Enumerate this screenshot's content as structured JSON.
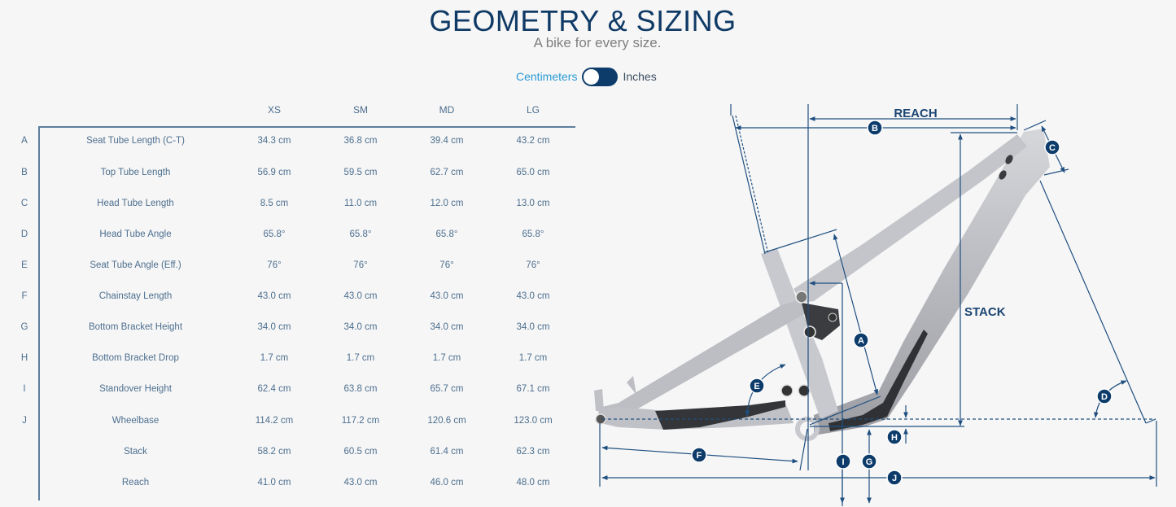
{
  "header": {
    "title": "GEOMETRY & SIZING",
    "subtitle": "A bike for every size."
  },
  "unit_toggle": {
    "left_label": "Centimeters",
    "right_label": "Inches",
    "selected": "Centimeters",
    "track_color": "#0d3c6b",
    "active_label_color": "#2a9bd5"
  },
  "table": {
    "columns": [
      "XS",
      "SM",
      "MD",
      "LG"
    ],
    "rows": [
      {
        "letter": "A",
        "label": "Seat Tube Length (C-T)",
        "values": [
          "34.3 cm",
          "36.8 cm",
          "39.4 cm",
          "43.2 cm"
        ]
      },
      {
        "letter": "B",
        "label": "Top Tube Length",
        "values": [
          "56.9 cm",
          "59.5 cm",
          "62.7 cm",
          "65.0 cm"
        ]
      },
      {
        "letter": "C",
        "label": "Head Tube Length",
        "values": [
          "8.5 cm",
          "11.0 cm",
          "12.0 cm",
          "13.0 cm"
        ]
      },
      {
        "letter": "D",
        "label": "Head Tube Angle",
        "values": [
          "65.8°",
          "65.8°",
          "65.8°",
          "65.8°"
        ]
      },
      {
        "letter": "E",
        "label": "Seat Tube Angle (Eff.)",
        "values": [
          "76°",
          "76°",
          "76°",
          "76°"
        ]
      },
      {
        "letter": "F",
        "label": "Chainstay Length",
        "values": [
          "43.0 cm",
          "43.0 cm",
          "43.0 cm",
          "43.0 cm"
        ]
      },
      {
        "letter": "G",
        "label": "Bottom Bracket Height",
        "values": [
          "34.0 cm",
          "34.0 cm",
          "34.0 cm",
          "34.0 cm"
        ]
      },
      {
        "letter": "H",
        "label": "Bottom Bracket Drop",
        "values": [
          "1.7 cm",
          "1.7 cm",
          "1.7 cm",
          "1.7 cm"
        ]
      },
      {
        "letter": "I",
        "label": "Standover Height",
        "values": [
          "62.4 cm",
          "63.8 cm",
          "65.7 cm",
          "67.1 cm"
        ]
      },
      {
        "letter": "J",
        "label": "Wheelbase",
        "values": [
          "114.2 cm",
          "117.2 cm",
          "120.6 cm",
          "123.0 cm"
        ]
      },
      {
        "letter": "",
        "label": "Stack",
        "values": [
          "58.2 cm",
          "60.5 cm",
          "61.4 cm",
          "62.3 cm"
        ]
      },
      {
        "letter": "",
        "label": "Reach",
        "values": [
          "41.0 cm",
          "43.0 cm",
          "46.0 cm",
          "48.0 cm"
        ]
      }
    ]
  },
  "diagram": {
    "labels": {
      "reach": "REACH",
      "stack": "STACK"
    },
    "markers": [
      "A",
      "B",
      "C",
      "D",
      "E",
      "F",
      "G",
      "H",
      "I",
      "J"
    ],
    "line_color": "#1f4f80",
    "marker_color": "#0d3c6b",
    "frame_color": "#b9babf"
  }
}
